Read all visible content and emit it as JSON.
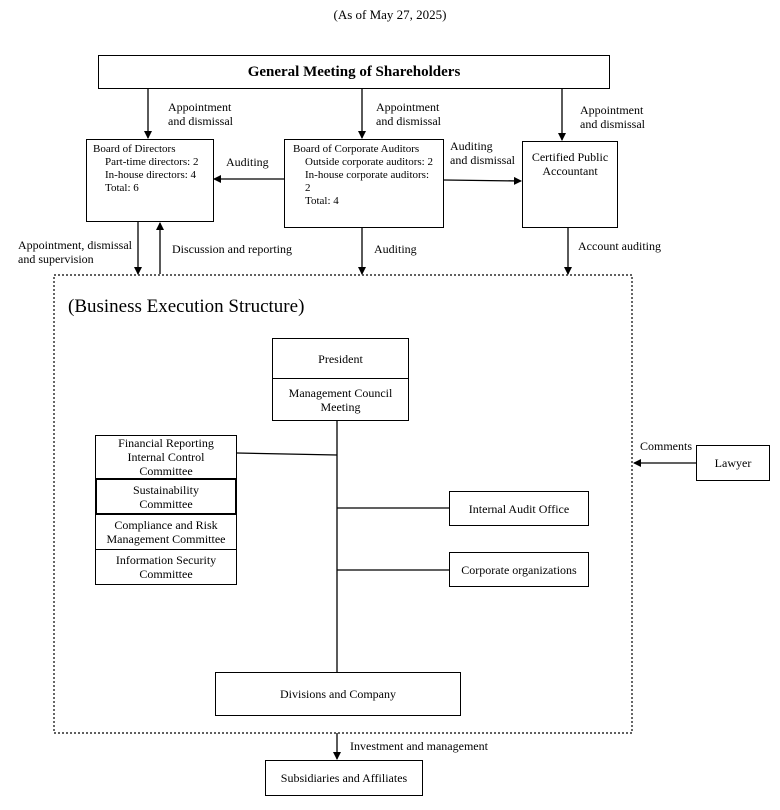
{
  "as_of": "(As of May 27, 2025)",
  "shareholders": "General Meeting of Shareholders",
  "board_directors": {
    "title": "Board of Directors",
    "line1": "Part-time directors: 2",
    "line2": "In-house directors: 4",
    "line3": "Total: 6"
  },
  "board_auditors": {
    "title": "Board of Corporate Auditors",
    "line1": "Outside corporate auditors: 2",
    "line2": "In-house corporate auditors: 2",
    "line3": "Total: 4"
  },
  "cpa": "Certified Public\nAccountant",
  "labels": {
    "appt_1": "Appointment\nand dismissal",
    "appt_2": "Appointment\nand dismissal",
    "appt_3": "Appointment\nand dismissal",
    "auditing_left": "Auditing",
    "auditing_dismissal": "Auditing\nand dismissal",
    "appt_supervision": "Appointment, dismissal\nand supervision",
    "discussion": "Discussion and reporting",
    "auditing_down": "Auditing",
    "account_auditing": "Account auditing",
    "comments": "Comments",
    "investment": "Investment and management"
  },
  "execution_title": "(Business Execution Structure)",
  "president": "President",
  "mgmt_council": "Management Council\nMeeting",
  "committees": [
    "Financial Reporting\nInternal Control\nCommittee",
    "Sustainability\nCommittee",
    "Compliance and Risk\nManagement Committee",
    "Information Security\nCommittee"
  ],
  "internal_audit": "Internal Audit Office",
  "corporate_orgs": "Corporate organizations",
  "divisions": "Divisions and Company",
  "lawyer": "Lawyer",
  "subsidiaries": "Subsidiaries and Affiliates"
}
